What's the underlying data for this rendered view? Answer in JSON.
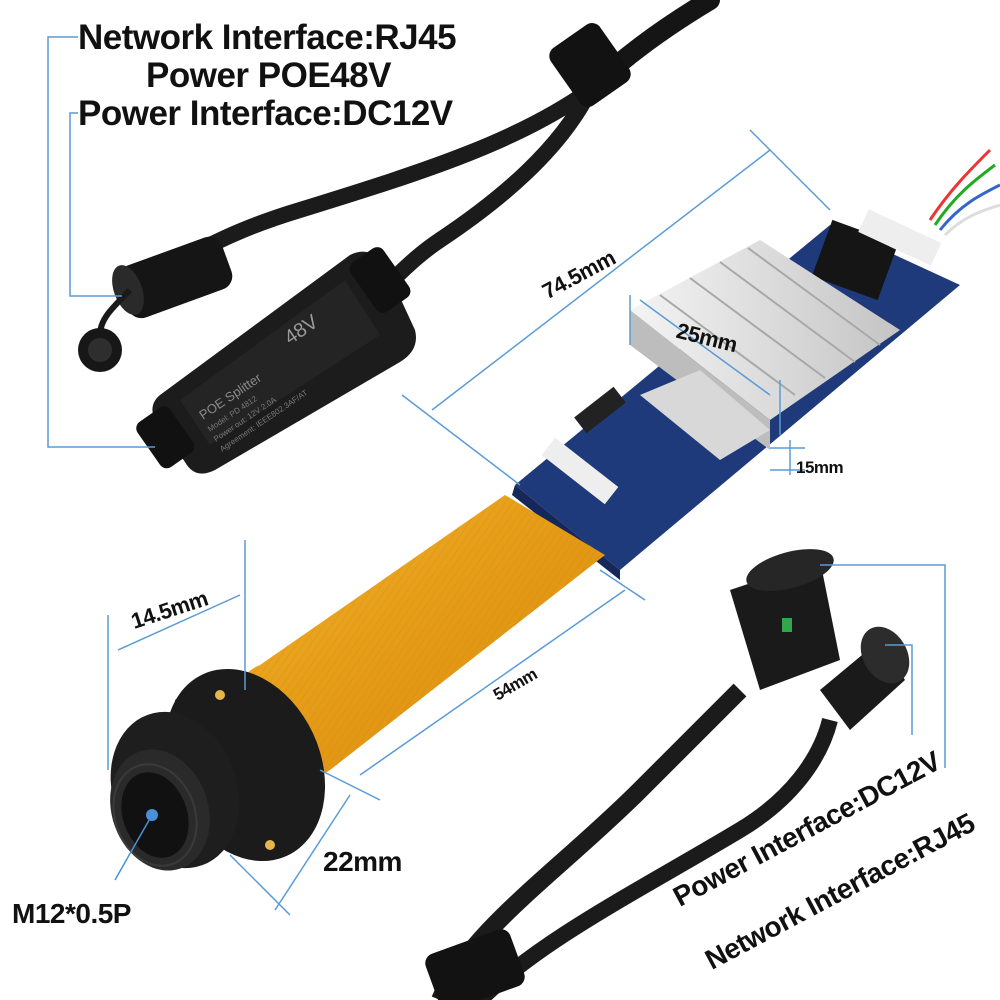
{
  "labels": {
    "top_network": "Network Interface:RJ45",
    "top_poe": "Power POE48V",
    "top_power": "Power Interface:DC12V",
    "dim_745": "74.5mm",
    "dim_25": "25mm",
    "dim_15": "15mm",
    "dim_145": "14.5mm",
    "dim_54": "54mm",
    "dim_22": "22mm",
    "lens_thread": "M12*0.5P",
    "bottom_power": "Power Interface:DC12V",
    "bottom_network": "Network Interface:RJ45"
  },
  "splitter": {
    "brand": "POE Splitter",
    "voltage": "48V",
    "model": "Model: PD 4812",
    "output": "Power out: 12V 2.0A",
    "agreement": "Agreement: IEEE802.3AF/AT"
  },
  "colors": {
    "dimension_line": "#5a9bd5",
    "cable": "#1c1c1c",
    "pcb": "#1f3a7a",
    "flex_cable": "#e7a21a",
    "heatsink": "#d9d9d9"
  }
}
